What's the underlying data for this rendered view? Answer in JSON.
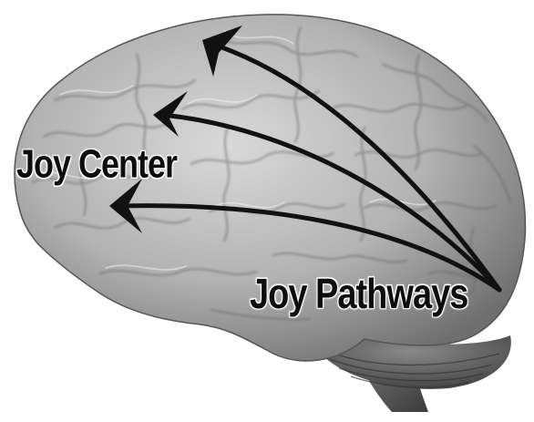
{
  "labels": {
    "joy_center": "Joy Center",
    "joy_pathways": "Joy Pathways"
  },
  "colors": {
    "text": "#0d0d0d",
    "arrows": "#111111",
    "brain_light": "#cfcfcf",
    "brain_mid": "#9a9a9a",
    "brain_dark": "#4a4a4a",
    "background": "#ffffff"
  },
  "icons": {
    "brain": "brain-illustration",
    "arrows": "arrow-icon"
  }
}
